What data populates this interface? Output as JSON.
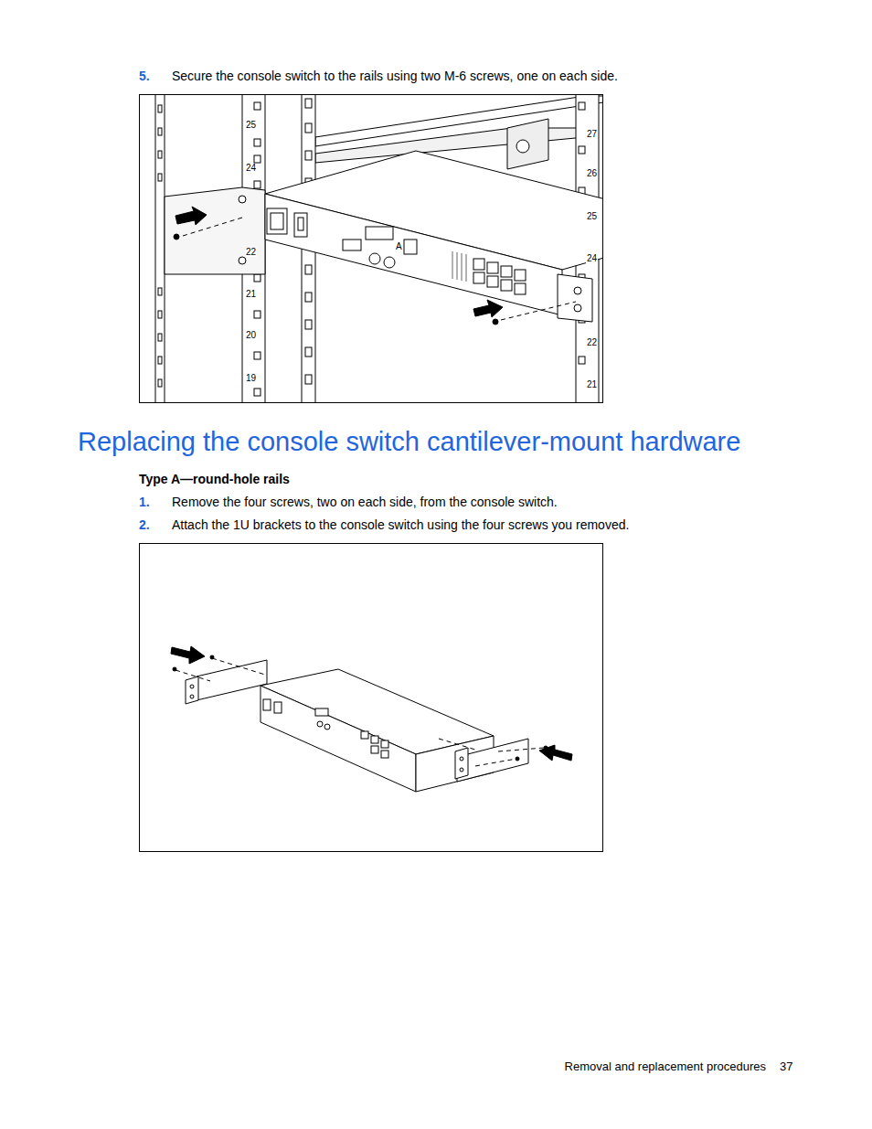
{
  "diagram": {
    "title": "Replacing the console switch cantilever-mount hardware",
    "labels": [
      "5.",
      "Secure the console switch to the rails using two M-6 screws, one on each side.",
      "25",
      "24",
      "22",
      "21",
      "20",
      "19",
      "27",
      "26",
      "25",
      "24",
      "22",
      "21",
      "A",
      "Type A—round-hole rails",
      "1.",
      "Remove the four screws, two on each side, from the console switch.",
      "2.",
      "Attach the 1U brackets to the console switch using the four screws you removed.",
      "Removal and replacement procedures",
      "37"
    ]
  }
}
